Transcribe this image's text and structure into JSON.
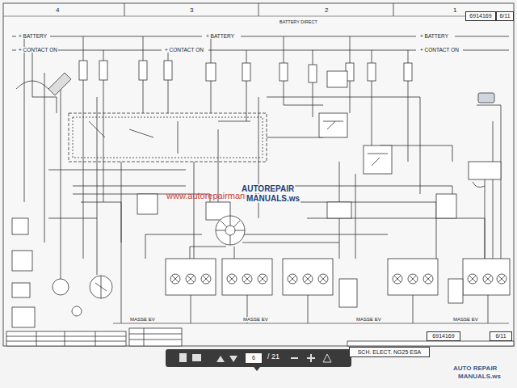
{
  "diagram": {
    "nodes": [
      {
        "text": [
          "6914169"
        ]
      },
      {
        "text": [
          "6/11"
        ]
      },
      {
        "text": [
          "SCH. ELECT. NG25 ESA"
        ]
      },
      {
        "text": [
          "6914169"
        ]
      },
      {
        "text": [
          "6/11"
        ]
      },
      {
        "text": [
          "6"
        ]
      }
    ],
    "labels": [
      "4",
      "3",
      "2",
      "1",
      "+ BATTERY",
      "+ BATTERY",
      "+ BATTERY",
      "+ CONTACT ON",
      "+ CONTACT ON",
      "+ CONTACT ON",
      "BATTERY DIRECT",
      "MASSE EV",
      "MASSE EV",
      "MASSE EV",
      "MASSE EV",
      "www.autorepairmanuals.us",
      "AUTOREPAIR",
      "MANUALS.ws",
      "/ 21",
      "AUTO REPAIR",
      "MANUALS.ws"
    ]
  }
}
